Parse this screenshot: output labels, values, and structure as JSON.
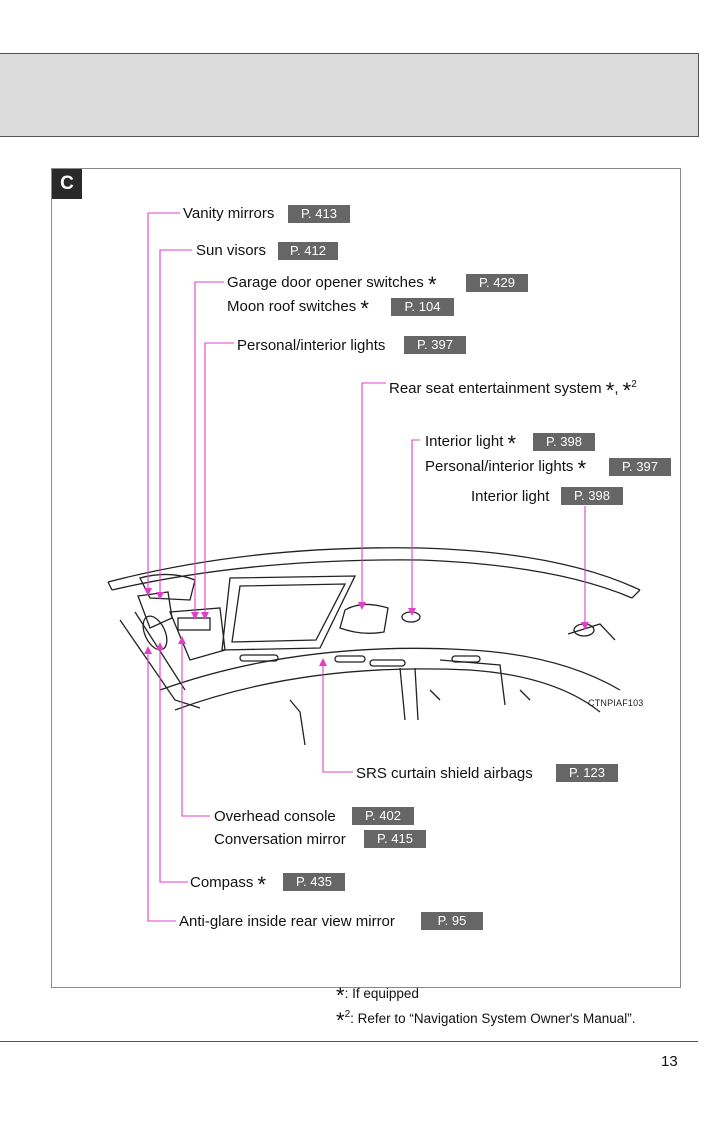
{
  "section": "C",
  "callouts": [
    {
      "label": "Vanity mirrors",
      "page": "P. 413"
    },
    {
      "label": "Sun visors",
      "page": "P. 412"
    },
    {
      "label": "Garage door opener switches",
      "page": "P. 429"
    },
    {
      "label": "Moon roof switches",
      "page": "P. 104"
    },
    {
      "label": "Personal/interior lights",
      "page": "P. 397"
    },
    {
      "label": "Rear seat entertainment system",
      "suffix": ", ",
      "sup": "2"
    },
    {
      "label": "Interior light",
      "page": "P. 398"
    },
    {
      "label": "Personal/interior lights",
      "page": "P. 397"
    },
    {
      "label": "Interior light",
      "page": "P. 398"
    },
    {
      "label": "SRS curtain shield airbags",
      "page": "P. 123"
    },
    {
      "label": "Overhead console",
      "page": "P. 402"
    },
    {
      "label": "Conversation mirror",
      "page": "P. 415"
    },
    {
      "label": "Compass",
      "page": "P. 435"
    },
    {
      "label": "Anti-glare inside rear view mirror",
      "page": "P. 95"
    }
  ],
  "asterisk": "*",
  "figure_code": "CTNPIAF103",
  "footnotes": [
    {
      "mark": "*",
      "text": ": If equipped"
    },
    {
      "mark": "*",
      "sup": "2",
      "text": ": Refer to “Navigation System Owner's Manual”."
    }
  ],
  "page_number": "13",
  "colors": {
    "leader": "#e040c8",
    "badge": "#666666",
    "tag": "#2a2a2a",
    "header_band": "#dcdcdc"
  }
}
